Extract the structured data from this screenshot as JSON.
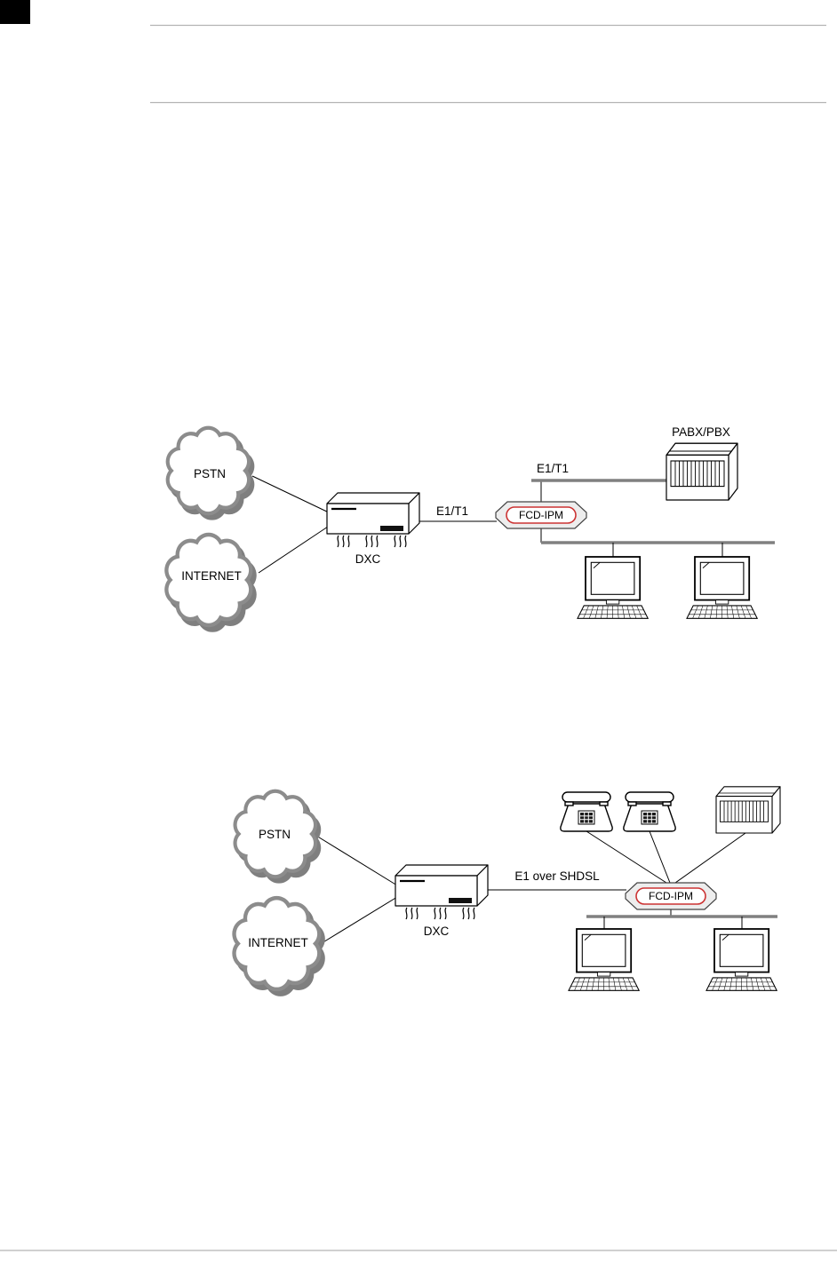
{
  "colors": {
    "fcd_badge_red": "#cc3333",
    "bus_gray": "#808080"
  },
  "diagram1": {
    "pstn_label": "PSTN",
    "internet_label": "INTERNET",
    "dxc_label": "DXC",
    "link_label": "E1/T1",
    "trunk_label": "E1/T1",
    "fcd_label": "FCD-IPM",
    "pabx_label": "PABX/PBX"
  },
  "diagram2": {
    "pstn_label": "PSTN",
    "internet_label": "INTERNET",
    "dxc_label": "DXC",
    "link_label": "E1 over SHDSL",
    "fcd_label": "FCD-IPM"
  }
}
